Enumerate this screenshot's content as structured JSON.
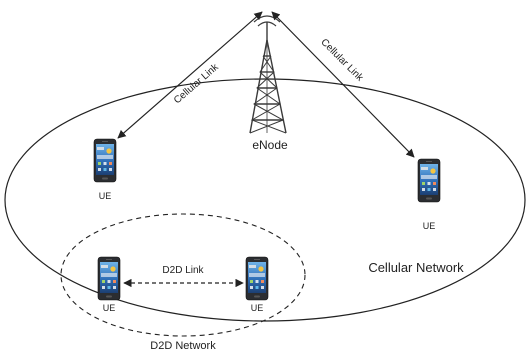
{
  "station": {
    "label": "eNode"
  },
  "links": {
    "cellular_left": "Cellular Link",
    "cellular_right": "Cellular Link",
    "d2d": "D2D Link"
  },
  "devices": {
    "ue_top_left": "UE",
    "ue_right": "UE",
    "ue_d2d_left": "UE",
    "ue_d2d_right": "UE"
  },
  "regions": {
    "cellular": "Cellular Network",
    "d2d": "D2D Network"
  },
  "colors": {
    "line": "#222222",
    "phone_body": "#2b2d31",
    "screen_blue": "#2f6fb8",
    "screen_light": "#6fb3e8",
    "tower": "#3a3a3a"
  }
}
